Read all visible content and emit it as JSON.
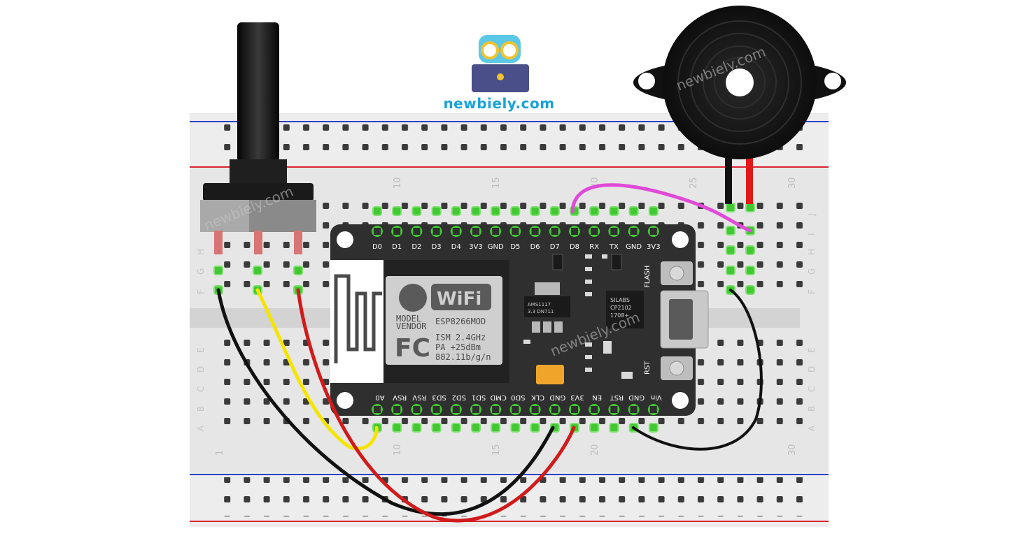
{
  "brand": {
    "site": "newbiely.com",
    "watermark": "newbiely.com",
    "colors": {
      "text": "#1aa3d9",
      "laptop": "#4a4f8a",
      "owl": "#5bc8e8",
      "glasses": "#f2c230"
    }
  },
  "breadboard": {
    "column_numbers": [
      "1",
      "10",
      "15",
      "20",
      "25",
      "30"
    ],
    "row_letters": [
      "A",
      "B",
      "C",
      "D",
      "E",
      "F",
      "G",
      "H",
      "I",
      "J"
    ],
    "colors": {
      "board": "#e6e6e6",
      "rail_red": "#d9232f",
      "rail_blue": "#2b43c8",
      "hole": "#3a3a3a",
      "hole_active": "#41c832"
    }
  },
  "board": {
    "name": "ESP8266 NodeMCU",
    "top_pins": [
      "D0",
      "D1",
      "D2",
      "D3",
      "D4",
      "3V3",
      "GND",
      "D5",
      "D6",
      "D7",
      "D8",
      "RX",
      "TX",
      "GND",
      "3V3"
    ],
    "bottom_pins": [
      "A0",
      "RSV",
      "RSV",
      "SD3",
      "SD2",
      "SD1",
      "CMD",
      "SD0",
      "CLK",
      "GND",
      "3V3",
      "EN",
      "RST",
      "GND",
      "Vin"
    ],
    "buttons": [
      "FLASH",
      "RST"
    ],
    "module": {
      "wifi_logo": "WiFi",
      "model_line1": "MODEL",
      "model_line2": "VENDOR",
      "model_name": "ESP8266MOD",
      "fcc": "FC",
      "spec_1": "ISM 2.4GHz",
      "spec_2": "PA +25dBm",
      "spec_3": "802.11b/g/n"
    },
    "regulator": {
      "line1": "AMS1117",
      "line2": "3.3  DN711"
    },
    "usb_chip": {
      "line1": "SILABS",
      "line2": "CP2102",
      "line3": "1708+"
    }
  },
  "components": [
    {
      "name": "potentiometer"
    },
    {
      "name": "piezo-buzzer"
    }
  ],
  "wires": [
    {
      "name": "pot-gnd-wire",
      "color": "#111111",
      "from": "potentiometer pin 1",
      "to": "GND"
    },
    {
      "name": "pot-signal-wire",
      "color": "#f5e400",
      "from": "potentiometer wiper",
      "to": "A0"
    },
    {
      "name": "pot-vcc-wire",
      "color": "#d11b1b",
      "from": "potentiometer pin 3",
      "to": "3V3"
    },
    {
      "name": "buzzer-signal-wire",
      "color": "#e04ad8",
      "from": "D8",
      "to": "buzzer +"
    },
    {
      "name": "buzzer-gnd-wire",
      "color": "#111111",
      "from": "GND",
      "to": "buzzer -"
    }
  ]
}
